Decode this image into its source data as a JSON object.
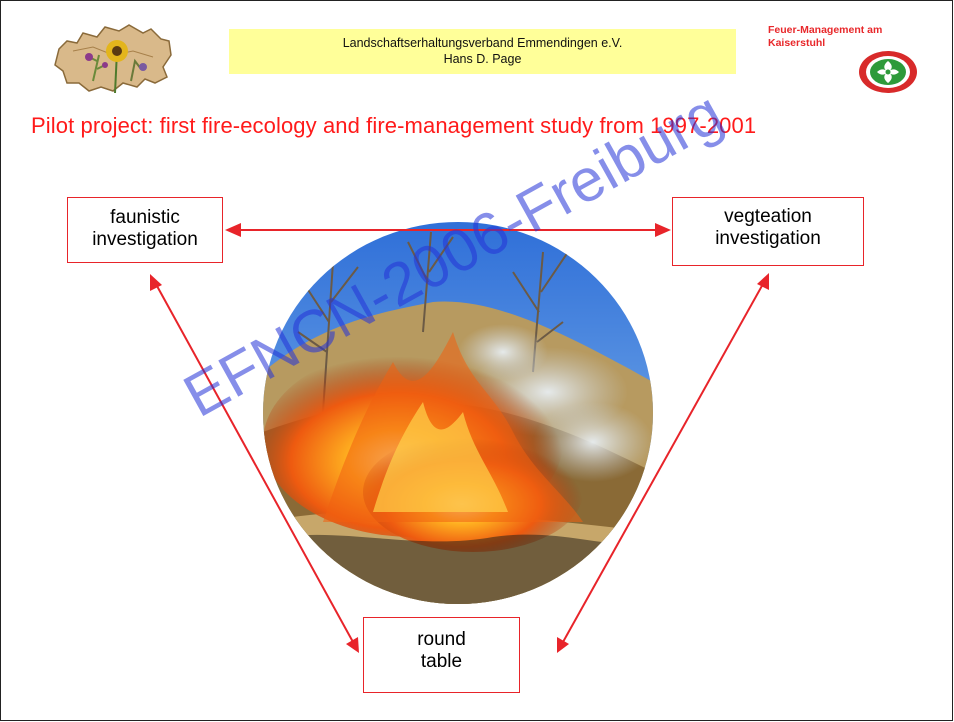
{
  "header": {
    "organization": "Landschaftserhaltungsverband Emmendingen e.V.",
    "author": "Hans D. Page",
    "brand_line1": "Feuer-Management am",
    "brand_line2": "Kaiserstuhl",
    "left_logo_icon": "regional-map-flowers-logo",
    "right_logo_icon": "green-red-ring-leaf-logo"
  },
  "title": "Pilot project: first fire-ecology and fire-management study from 1997-2001",
  "nodes": {
    "fauna": {
      "line1": "faunistic",
      "line2": "investigation"
    },
    "vegetation": {
      "line1": "vegteation",
      "line2": "investigation"
    },
    "round_table": {
      "line1": "round",
      "line2": "table"
    }
  },
  "center_image": "grass-fire-hillside-photo",
  "watermark": "EFNCN-2006-Freiburg",
  "colors": {
    "title": "#ff1a1a",
    "box_border": "#e8242a",
    "arrow": "#e8242a",
    "header_fill": "#ffff99",
    "watermark": "#2433d8"
  }
}
